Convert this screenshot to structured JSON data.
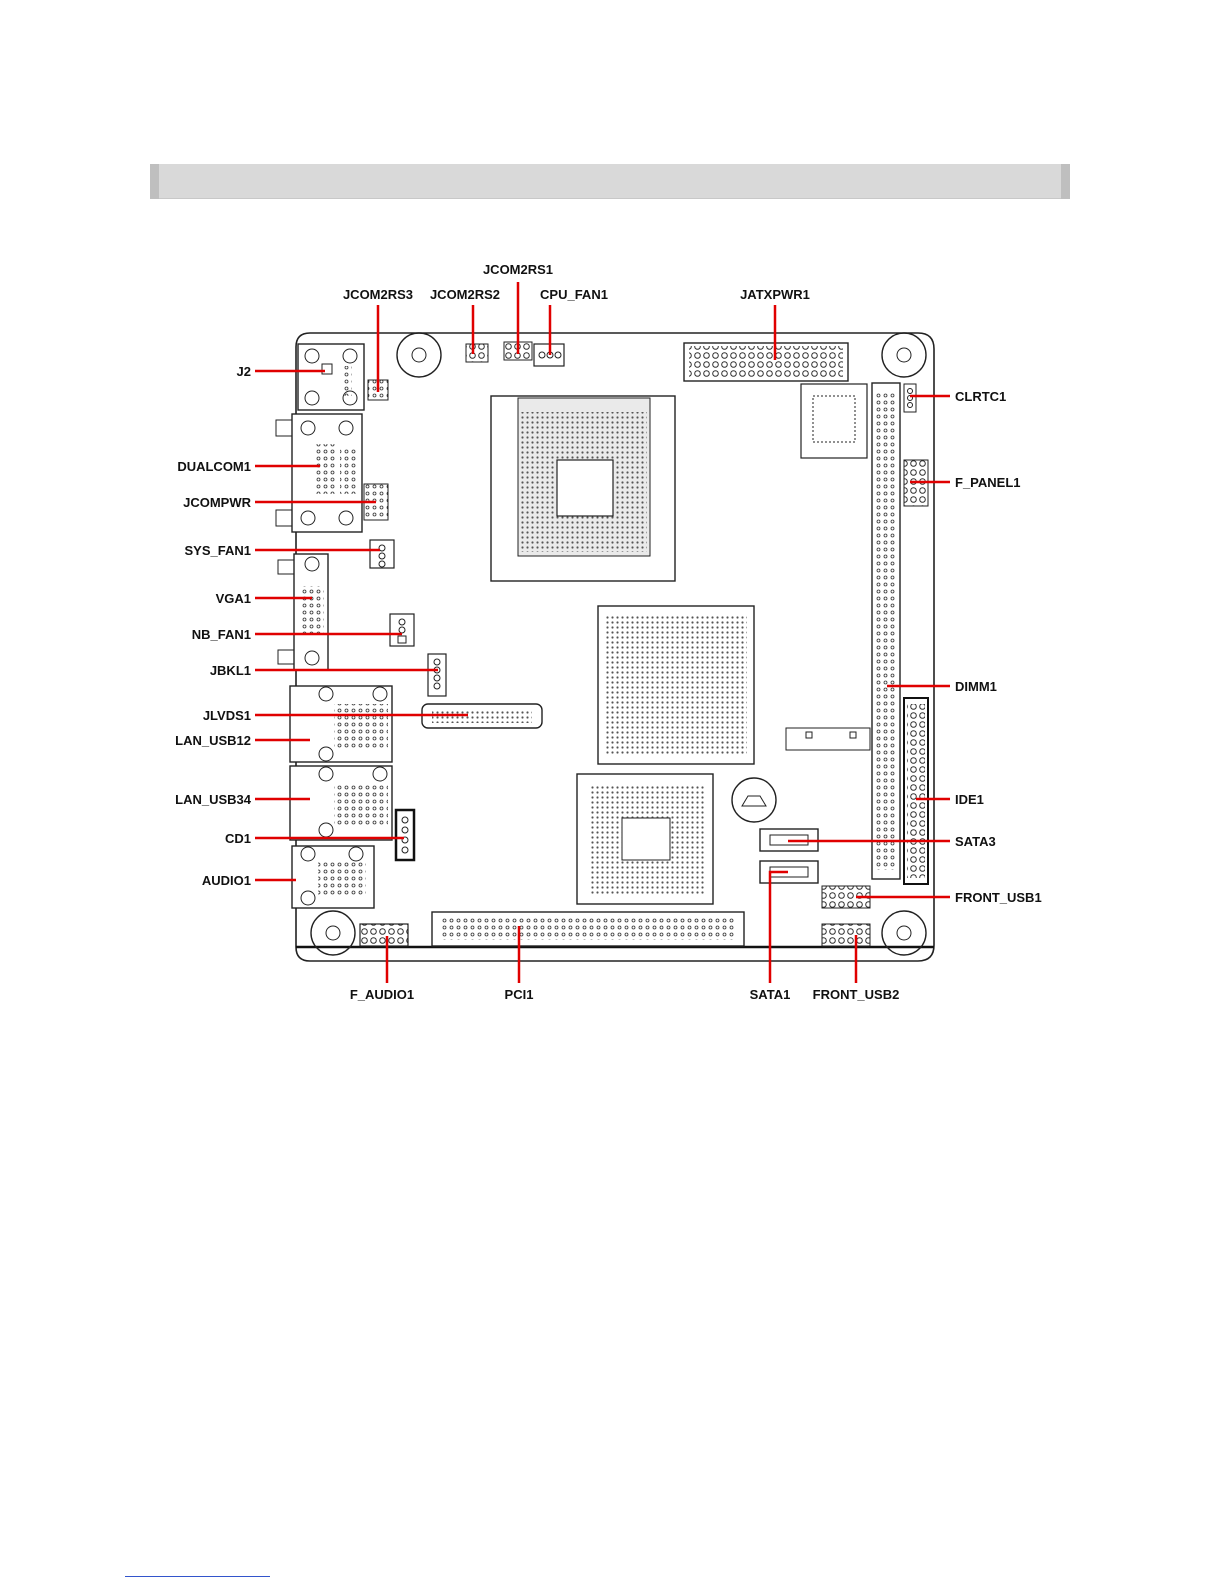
{
  "colors": {
    "callout": "#e00000",
    "outline": "#222222",
    "header": "#d9d9d9"
  },
  "labels": {
    "jcom2rs1": "JCOM2RS1",
    "jcom2rs3": "JCOM2RS3",
    "jcom2rs2": "JCOM2RS2",
    "cpu_fan1": "CPU_FAN1",
    "jatxpwr1": "JATXPWR1",
    "j2": "J2",
    "clrtc1": "CLRTC1",
    "dualcom1": "DUALCOM1",
    "f_panel1": "F_PANEL1",
    "jcompwr": "JCOMPWR",
    "sys_fan1": "SYS_FAN1",
    "vga1": "VGA1",
    "nb_fan1": "NB_FAN1",
    "jbkl1": "JBKL1",
    "dimm1": "DIMM1",
    "jlvds1": "JLVDS1",
    "lan_usb12": "LAN_USB12",
    "lan_usb34": "LAN_USB34",
    "ide1": "IDE1",
    "cd1": "CD1",
    "sata3": "SATA3",
    "audio1": "AUDIO1",
    "front_usb1": "FRONT_USB1",
    "f_audio1": "F_AUDIO1",
    "pci1": "PCI1",
    "sata1": "SATA1",
    "front_usb2": "FRONT_USB2"
  }
}
